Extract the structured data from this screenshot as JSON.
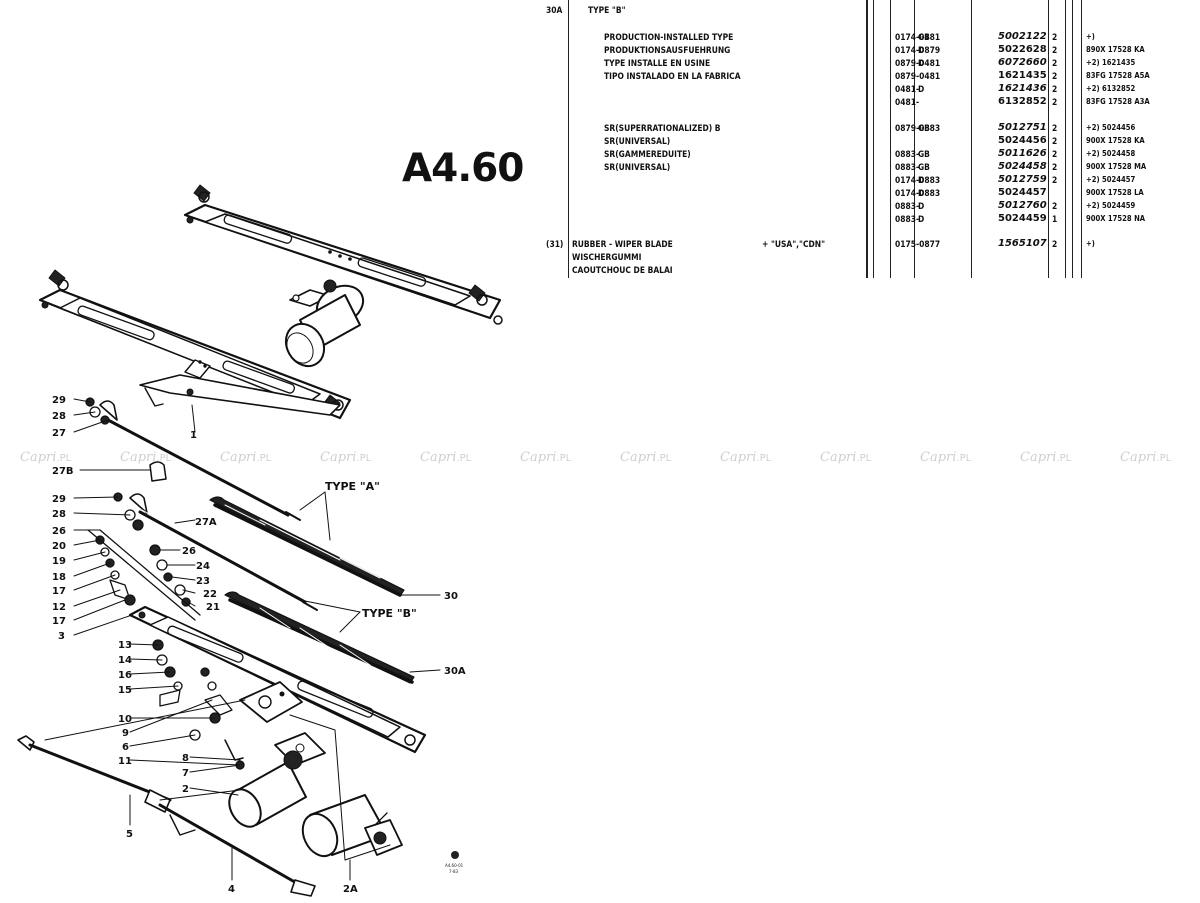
{
  "title": "A4.60",
  "type_a_label": "TYPE \"A\"",
  "type_b_label": "TYPE \"B\"",
  "drawing_stamp": [
    "A4.60-01",
    "7-83"
  ],
  "callouts": {
    "c29a": "29",
    "c28a": "28",
    "c27": "27",
    "c27b": "27B",
    "c29b": "29",
    "c28b": "28",
    "c26a": "26",
    "c20": "20",
    "c19": "19",
    "c18": "18",
    "c17a": "17",
    "c12": "12",
    "c17b": "17",
    "c3": "3",
    "c13": "13",
    "c14": "14",
    "c16": "16",
    "c15": "15",
    "c10": "10",
    "c9": "9",
    "c6": "6",
    "c11": "11",
    "c27a": "27A",
    "c26b": "26",
    "c24": "24",
    "c23": "23",
    "c22": "22",
    "c21": "21",
    "c30": "30",
    "c30a": "30A",
    "c8": "8",
    "c7": "7",
    "c2": "2",
    "c5": "5",
    "c4": "4",
    "c2a": "2A",
    "c1": "1"
  },
  "parts_table": {
    "group_ref": "30A",
    "group_name": "TYPE \"B\"",
    "block1": {
      "descriptions": [
        "PRODUCTION-INSTALLED TYPE",
        "PRODUKTIONSAUSFUEHRUNG",
        "TYPE INSTALLE EN USINE",
        "TIPO INSTALADO EN LA FABRICA"
      ],
      "rows": [
        {
          "date": "0174-0481",
          "ctry": "GB",
          "part": "5002122",
          "qty": "2",
          "remark": "+)",
          "italic": true
        },
        {
          "date": "0174-0879",
          "ctry": "D",
          "part": "5022628",
          "qty": "2",
          "remark": "890X 17528 KA",
          "italic": false
        },
        {
          "date": "0879-0481",
          "ctry": "D",
          "part": "6072660",
          "qty": "2",
          "remark": "+2) 1621435",
          "italic": true
        },
        {
          "date": "0879-0481",
          "ctry": "",
          "part": "1621435",
          "qty": "2",
          "remark": "83FG 17528 A5A",
          "italic": false
        },
        {
          "date": "0481-",
          "ctry": "D",
          "part": "1621436",
          "qty": "2",
          "remark": "+2) 6132852",
          "italic": true
        },
        {
          "date": "0481-",
          "ctry": "",
          "part": "6132852",
          "qty": "2",
          "remark": "83FG 17528 A3A",
          "italic": false
        }
      ]
    },
    "block2": {
      "descriptions": [
        "SR(SUPERRATIONALIZED) B",
        "SR(UNIVERSAL)",
        "SR(GAMMEREDUITE)",
        "SR(UNIVERSAL)"
      ],
      "rows": [
        {
          "date": "0879-0883",
          "ctry": "GB",
          "part": "5012751",
          "qty": "2",
          "remark": "+2) 5024456",
          "italic": true
        },
        {
          "date": "",
          "ctry": "",
          "part": "5024456",
          "qty": "2",
          "remark": "900X 17528 KA",
          "italic": false
        },
        {
          "date": "0883-",
          "ctry": "GB",
          "part": "5011626",
          "qty": "2",
          "remark": "+2) 5024458",
          "italic": true
        },
        {
          "date": "0883-",
          "ctry": "GB",
          "part": "5024458",
          "qty": "2",
          "remark": "900X 17528 MA",
          "italic": true
        },
        {
          "date": "0174-0883",
          "ctry": "D",
          "part": "5012759",
          "qty": "2",
          "remark": "+2) 5024457",
          "italic": true
        },
        {
          "date": "0174-0883",
          "ctry": "D",
          "part": "5024457",
          "qty": "",
          "remark": "900X 17528 LA",
          "italic": false
        },
        {
          "date": "0883-",
          "ctry": "D",
          "part": "5012760",
          "qty": "2",
          "remark": "+2) 5024459",
          "italic": true
        },
        {
          "date": "0883-",
          "ctry": "D",
          "part": "5024459",
          "qty": "1",
          "remark": "900X 17528 NA",
          "italic": false
        }
      ]
    },
    "block3": {
      "ref": "(31)",
      "descriptions": [
        "RUBBER - WIPER BLADE",
        "WISCHERGUMMI",
        "CAOUTCHOUC DE BALAI"
      ],
      "note": "+ \"USA\",\"CDN\"",
      "row": {
        "date": "0175-0877",
        "ctry": "",
        "part": "1565107",
        "qty": "2",
        "remark": "+)",
        "italic": true
      }
    }
  },
  "watermark": {
    "script": "Capri",
    "suffix": ".PL",
    "repeat": 12
  }
}
